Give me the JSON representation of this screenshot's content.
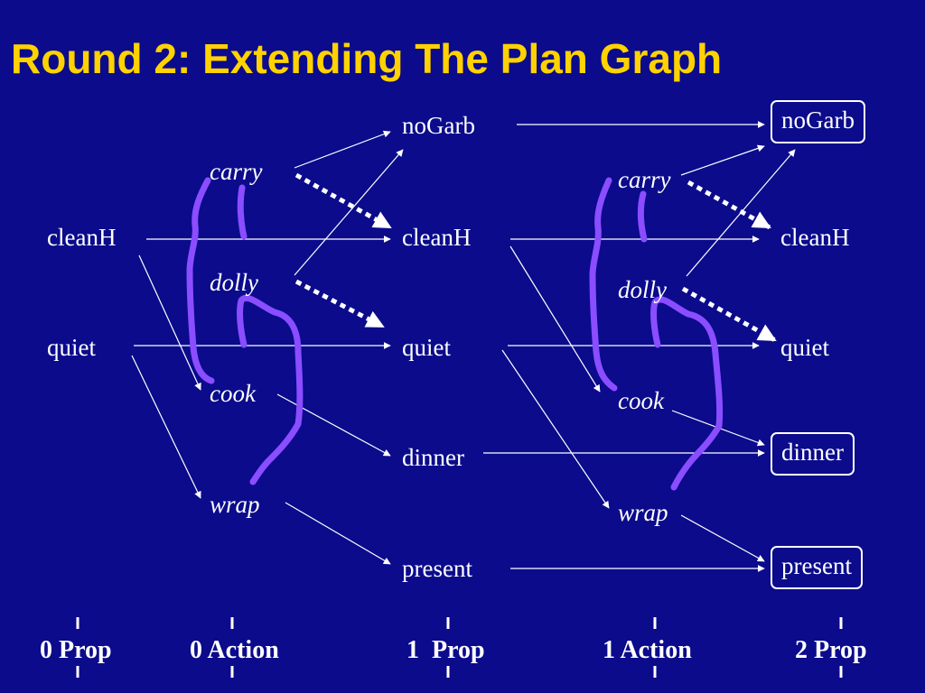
{
  "title": "Round 2: Extending The Plan Graph",
  "colors": {
    "background": "#0b0b8c",
    "title": "#ffd200",
    "text": "#ffffff",
    "mutex_marks": "#8a4dff"
  },
  "columns": {
    "prop0": [
      "cleanH",
      "quiet"
    ],
    "action0": [
      "carry",
      "dolly",
      "cook",
      "wrap"
    ],
    "prop1": [
      "noGarb",
      "cleanH",
      "quiet",
      "dinner",
      "present"
    ],
    "action1": [
      "carry",
      "dolly",
      "cook",
      "wrap"
    ],
    "prop2": [
      "noGarb",
      "cleanH",
      "quiet",
      "dinner",
      "present"
    ]
  },
  "goal_props": [
    "noGarb",
    "dinner",
    "present"
  ],
  "level_labels": [
    "0 Prop",
    "0 Action",
    "1  Prop",
    "1 Action",
    "2 Prop"
  ]
}
